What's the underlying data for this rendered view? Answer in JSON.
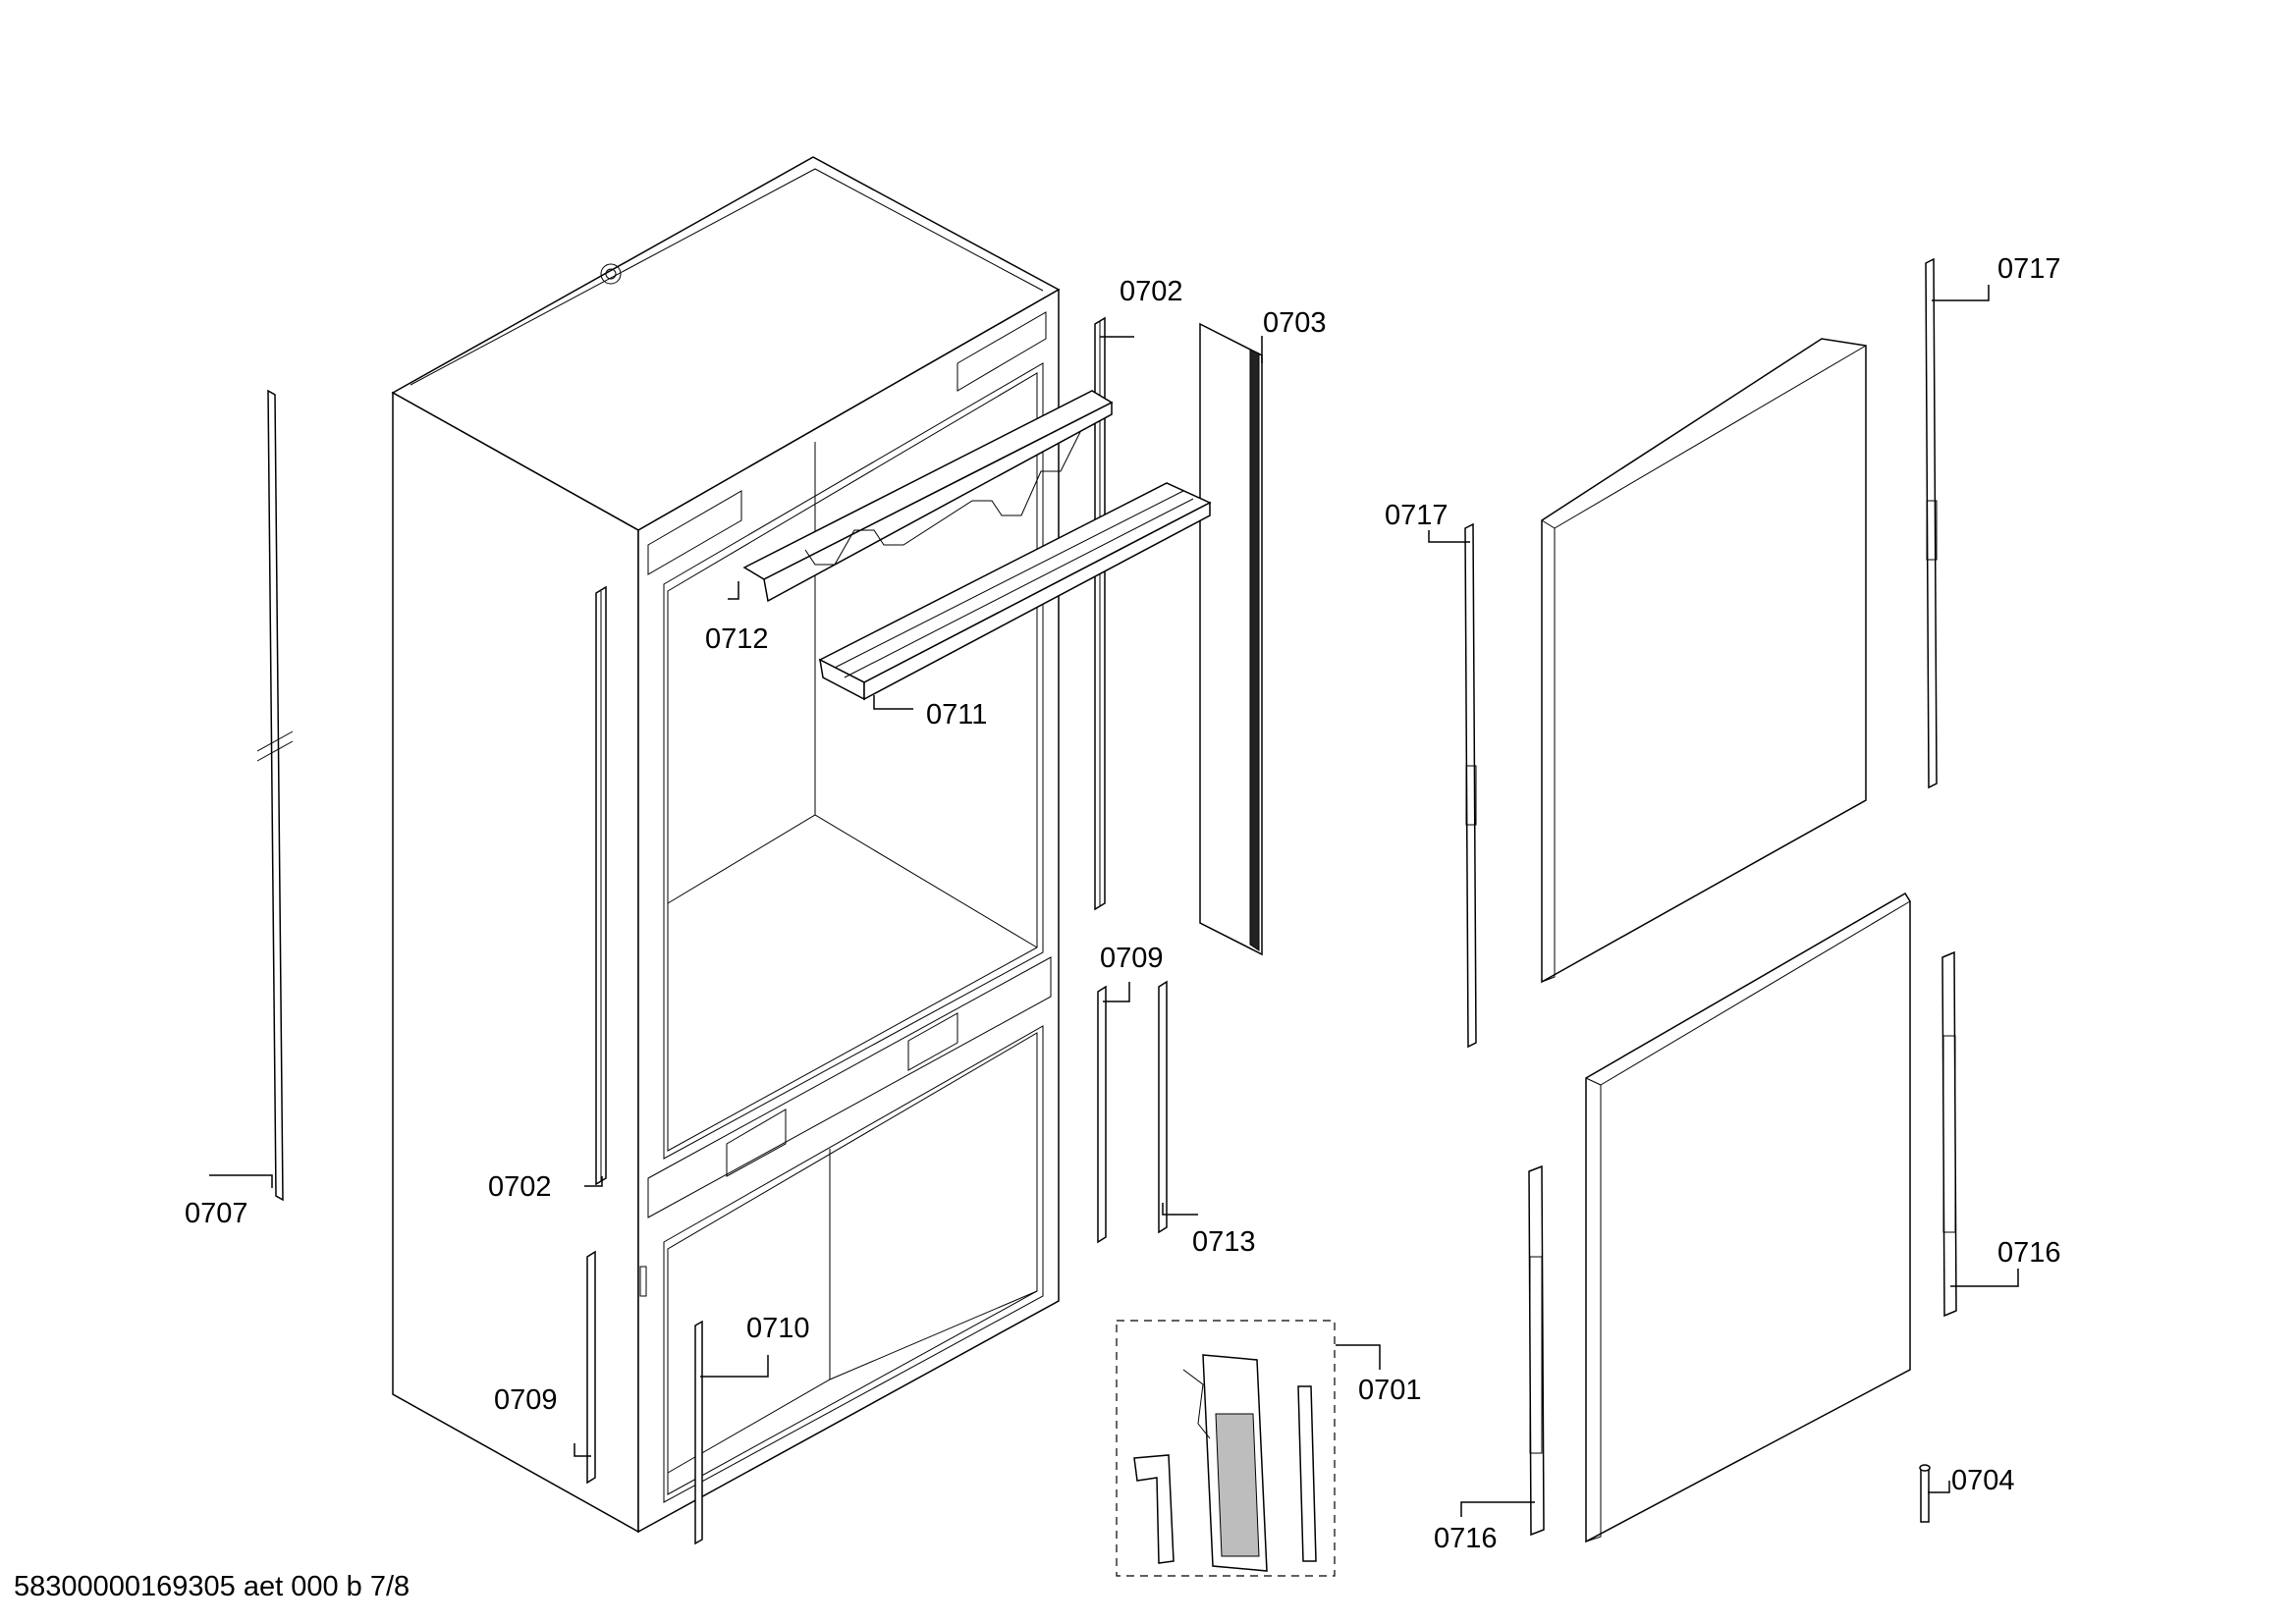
{
  "diagram": {
    "footer_text": "58300000169305 aet 000 b 7/8",
    "callouts": {
      "c0701": "0701",
      "c0702_top": "0702",
      "c0702_left": "0702",
      "c0703": "0703",
      "c0704": "0704",
      "c0707": "0707",
      "c0709_mid": "0709",
      "c0709_left": "0709",
      "c0710": "0710",
      "c0711": "0711",
      "c0712": "0712",
      "c0713": "0713",
      "c0716_right": "0716",
      "c0716_left": "0716",
      "c0717_top": "0717",
      "c0717_left": "0717"
    }
  }
}
